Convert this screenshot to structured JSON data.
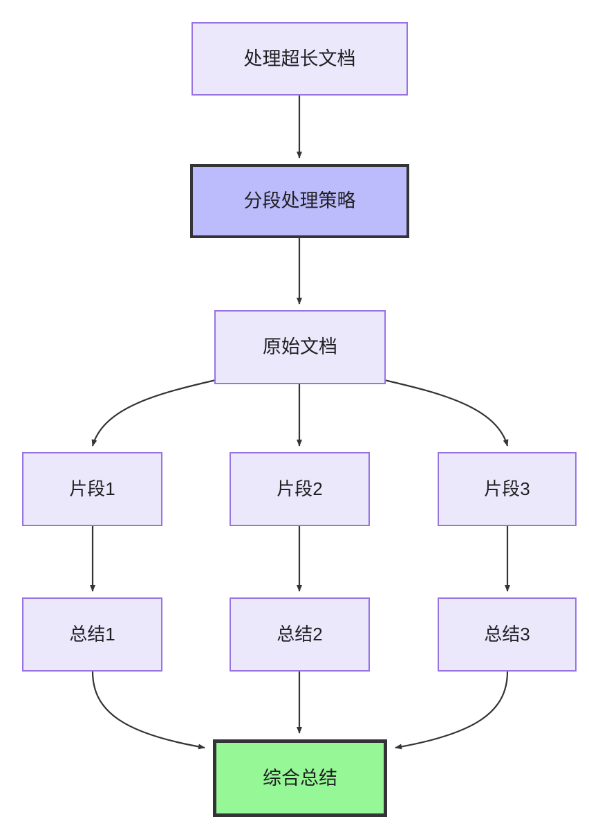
{
  "diagram": {
    "type": "flowchart",
    "direction": "top-to-bottom",
    "title_text": "处理超长文档",
    "colors": {
      "default_fill": "#ebe8fc",
      "default_stroke": "#9a73e3",
      "strategy_fill": "#bcbcfc",
      "strategy_stroke": "#333338",
      "final_fill": "#95f795",
      "final_stroke": "#333338",
      "edge_stroke": "#333338",
      "text": "#1f1f22",
      "background": "#ffffff"
    },
    "nodes": [
      {
        "id": "longdoc",
        "label": "处理超长文档",
        "style": "default"
      },
      {
        "id": "strategy",
        "label": "分段处理策略",
        "style": "strategy"
      },
      {
        "id": "source",
        "label": "原始文档",
        "style": "default"
      },
      {
        "id": "chunk1",
        "label": "片段1",
        "style": "default"
      },
      {
        "id": "chunk2",
        "label": "片段2",
        "style": "default"
      },
      {
        "id": "chunk3",
        "label": "片段3",
        "style": "default"
      },
      {
        "id": "summary1",
        "label": "总结1",
        "style": "default"
      },
      {
        "id": "summary2",
        "label": "总结2",
        "style": "default"
      },
      {
        "id": "summary3",
        "label": "总结3",
        "style": "default"
      },
      {
        "id": "final",
        "label": "综合总结",
        "style": "final"
      }
    ],
    "edges": [
      {
        "from": "longdoc",
        "to": "strategy",
        "shape": "straight",
        "arrow": "end"
      },
      {
        "from": "strategy",
        "to": "source",
        "shape": "straight",
        "arrow": "end"
      },
      {
        "from": "source",
        "to": "chunk1",
        "shape": "curve",
        "arrow": "end"
      },
      {
        "from": "source",
        "to": "chunk2",
        "shape": "straight",
        "arrow": "end"
      },
      {
        "from": "source",
        "to": "chunk3",
        "shape": "curve",
        "arrow": "end"
      },
      {
        "from": "chunk1",
        "to": "summary1",
        "shape": "straight",
        "arrow": "end"
      },
      {
        "from": "chunk2",
        "to": "summary2",
        "shape": "straight",
        "arrow": "end"
      },
      {
        "from": "chunk3",
        "to": "summary3",
        "shape": "straight",
        "arrow": "end"
      },
      {
        "from": "summary1",
        "to": "final",
        "shape": "curve",
        "arrow": "end"
      },
      {
        "from": "summary2",
        "to": "final",
        "shape": "straight",
        "arrow": "end"
      },
      {
        "from": "summary3",
        "to": "final",
        "shape": "curve",
        "arrow": "end"
      }
    ]
  }
}
